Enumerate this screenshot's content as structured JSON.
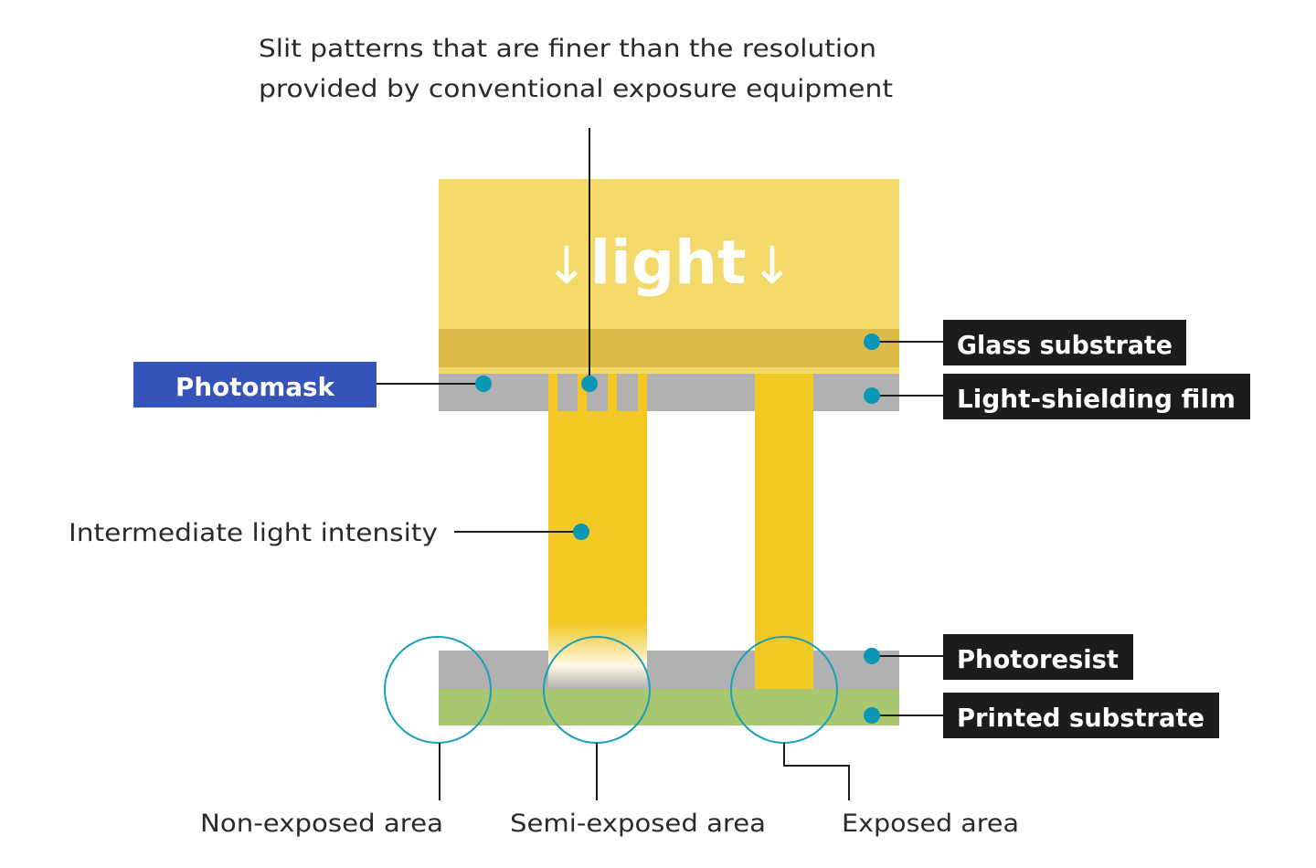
{
  "annotations": {
    "slit_note_line1": "Slit patterns that are finer than the resolution",
    "slit_note_line2": "provided by conventional exposure equipment",
    "intermediate": "Intermediate light intensity"
  },
  "light_label": {
    "arrow_left": "↓",
    "word": "light",
    "arrow_right": "↓"
  },
  "labels": {
    "photomask": "Photomask",
    "glass_substrate": "Glass substrate",
    "light_shielding_film": "Light-shielding film",
    "photoresist": "Photoresist",
    "printed_substrate": "Printed substrate"
  },
  "areas": {
    "non_exposed": "Non-exposed area",
    "semi_exposed": "Semi-exposed area",
    "exposed": "Exposed area"
  },
  "colors": {
    "light_block": "#f3d96a",
    "glass_band": "#dcbb48",
    "light_beam": "#f2c923",
    "shielding_gray": "#b1b1b1",
    "printed_green": "#a9c771",
    "marker_teal": "#0a97b5",
    "label_dark": "#1c1c1c",
    "photomask_blue": "#3553b8"
  }
}
